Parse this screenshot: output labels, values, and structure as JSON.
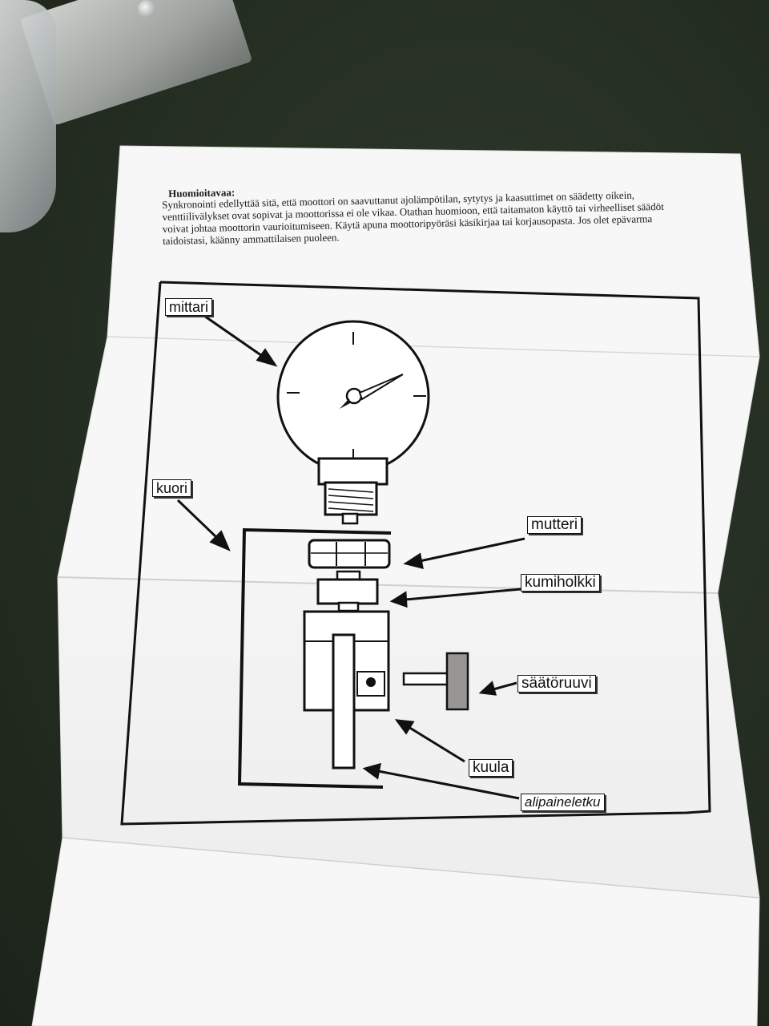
{
  "document": {
    "heading": "Huomioitavaa:",
    "paragraph": "Synkronointi edellyttää sitä, että moottori on saavuttanut ajolämpötilan, sytytys ja kaasuttimet on säädetty oikein, venttiilivälykset ovat sopivat ja moottorissa ei ole vikaa. Otathan huomioon, että taitamaton käyttö tai virheelliset säädöt voivat johtaa moottorin vaurioitumiseen. Käytä apuna moottoripyöräsi käsikirjaa tai korjausopasta. Jos olet epävarma taidoistasi, käänny ammattilaisen puoleen."
  },
  "diagram": {
    "labels": {
      "mittari": "mittari",
      "kuori": "kuori",
      "mutteri": "mutteri",
      "kumiholkki": "kumiholkki",
      "saatoruuvi": "säätöruuvi",
      "kuula": "kuula",
      "alipaineletku": "alipaineletku"
    }
  }
}
